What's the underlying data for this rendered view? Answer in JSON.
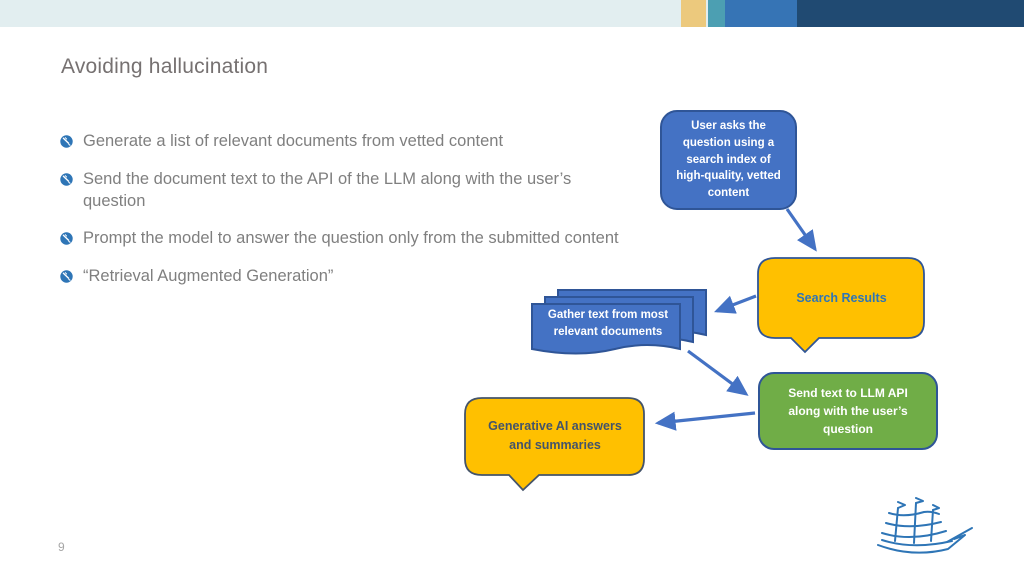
{
  "slide": {
    "title": "Avoiding hallucination",
    "page_number": "9",
    "bullets": [
      "Generate a list of relevant documents from vetted content",
      "Send the document text to the API of the LLM along with the user’s question",
      "Prompt the model to answer the question only from the submitted content",
      "“Retrieval Augmented Generation”"
    ],
    "bullet_icon": "pen-in-circle-icon",
    "bullet_icon_color": "#2e75b6",
    "text_color": "#7f7f7f",
    "title_color": "#767171"
  },
  "topbar": {
    "background": "#e2eef0",
    "segments": [
      {
        "name": "gold",
        "color": "#ecc97d"
      },
      {
        "name": "teal",
        "color": "#4c9fb2"
      },
      {
        "name": "blue",
        "color": "#3674b5"
      },
      {
        "name": "navy",
        "color": "#204a72"
      }
    ]
  },
  "diagram": {
    "arrow_color": "#4472c4",
    "border_color": "#2f5597",
    "nodes": [
      {
        "id": "user-question",
        "shape": "rounded-callout",
        "fill": "#4472c4",
        "text_color": "#ffffff",
        "label": "User asks the question using a search index of high-quality, vetted content"
      },
      {
        "id": "search-results",
        "shape": "speech-bubble",
        "fill": "#ffc000",
        "text_color": "#2e75b6",
        "label": "Search Results"
      },
      {
        "id": "gather-text",
        "shape": "document-stack",
        "fill": "#4472c4",
        "text_color": "#ffffff",
        "label": "Gather text from most relevant documents"
      },
      {
        "id": "send-to-llm",
        "shape": "rounded-rect",
        "fill": "#70ad47",
        "text_color": "#ffffff",
        "label": "Send text to LLM API along with the user’s question"
      },
      {
        "id": "genai-answers",
        "shape": "speech-bubble",
        "fill": "#ffc000",
        "text_color": "#44546a",
        "label": "Generative AI answers and summaries"
      }
    ],
    "arrows": [
      {
        "from": "user-question",
        "to": "search-results"
      },
      {
        "from": "search-results",
        "to": "gather-text"
      },
      {
        "from": "gather-text",
        "to": "send-to-llm"
      },
      {
        "from": "send-to-llm",
        "to": "genai-answers"
      }
    ]
  },
  "logo": {
    "name": "tall-ship-logo",
    "color": "#2e75b6"
  }
}
